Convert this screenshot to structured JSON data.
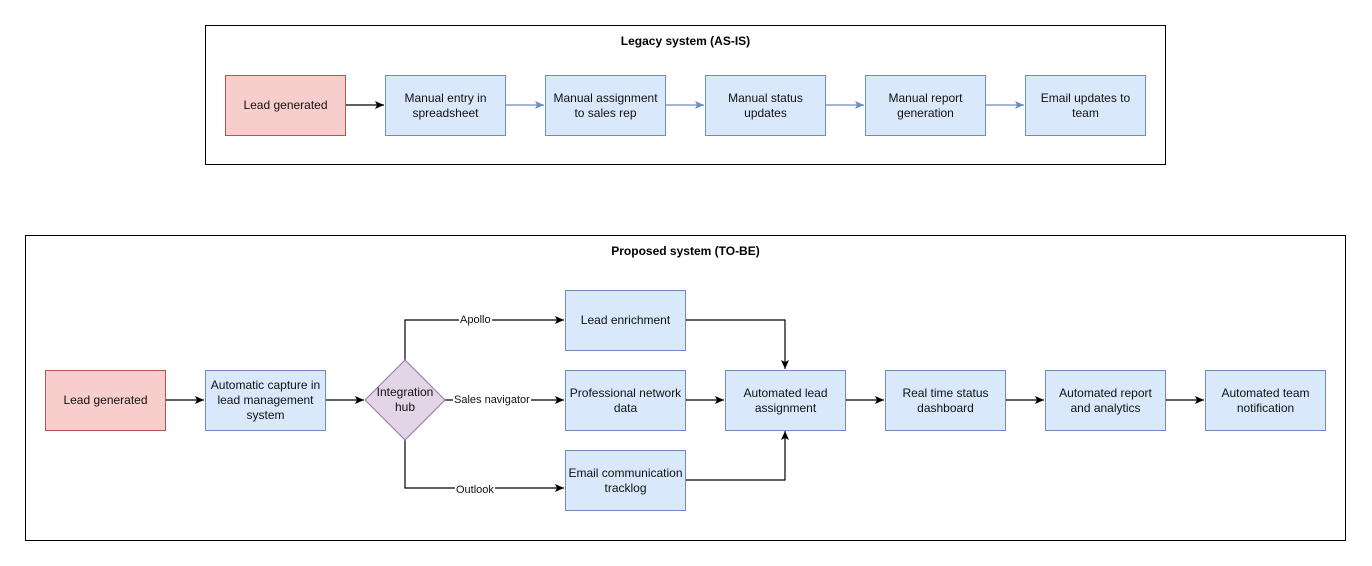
{
  "legacy": {
    "title": "Legacy system (AS-IS)",
    "steps": [
      "Lead generated",
      "Manual entry in spreadsheet",
      "Manual assignment to sales rep",
      "Manual status updates",
      "Manual report generation",
      "Email updates to team"
    ]
  },
  "proposed": {
    "title": "Proposed system (TO-BE)",
    "lead": "Lead generated",
    "capture": "Automatic capture in lead management system",
    "hub": "Integration hub",
    "sources": {
      "enrichment": "Lead enrichment",
      "network": "Professional network data",
      "email": "Email communication tracklog"
    },
    "edges": {
      "apollo": "Apollo",
      "sales_navigator": "Sales navigator",
      "outlook": "Outlook"
    },
    "assignment": "Automated lead assignment",
    "dashboard": "Real time status dashboard",
    "report": "Automated report and analytics",
    "notification": "Automated team notification"
  },
  "colors": {
    "start_fill": "#f8cecc",
    "start_stroke": "#b85450",
    "step_fill": "#dae8fc",
    "step_stroke": "#6c8ebf",
    "hub_fill": "#e1d5e7",
    "hub_stroke": "#9673a6",
    "legacy_arrow": "#6c8ebf",
    "arrow": "#000000"
  }
}
